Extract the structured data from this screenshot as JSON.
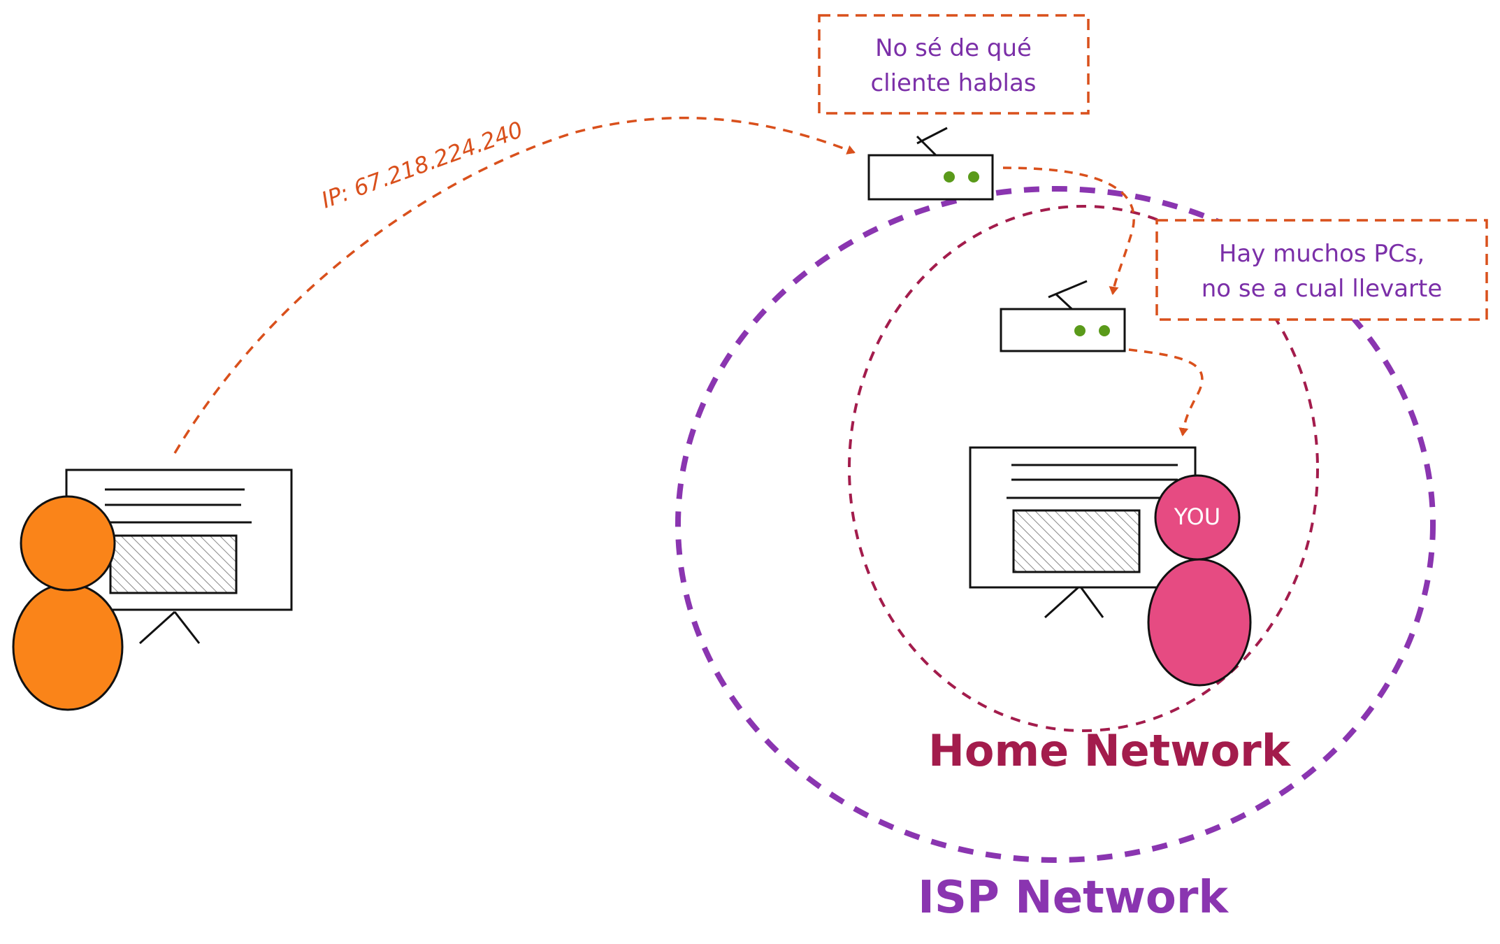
{
  "remote_ip_label": "IP: 67.218.224.240",
  "isp_router_note": {
    "line1": "No sé de qué",
    "line2": "cliente hablas"
  },
  "home_router_note": {
    "line1": "Hay muchos PCs,",
    "line2": "no se a cual llevarte"
  },
  "you_label": "YOU",
  "home_network_label": "Home Network",
  "isp_network_label": "ISP Network",
  "colors": {
    "orange_person": "#fa8419",
    "pink_person": "#e64b82",
    "isp_circle": "#8a35b0",
    "home_circle": "#a31c4c",
    "arrows": "#d9501c",
    "router_led": "#5a9a1a"
  }
}
